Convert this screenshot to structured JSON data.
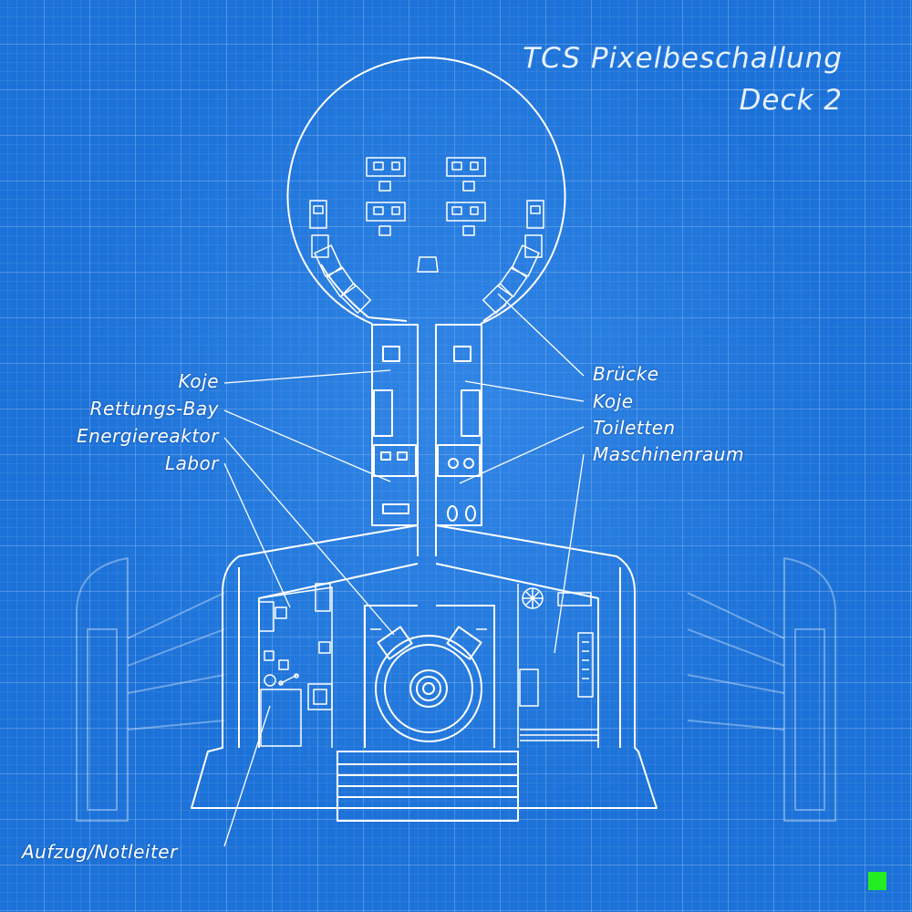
{
  "title": {
    "line1": "TCS Pixelbeschallung",
    "line2": "Deck 2"
  },
  "labels": {
    "left": {
      "koje": "Koje",
      "rettungs_bay": "Rettungs-Bay",
      "energiereaktor": "Energiereaktor",
      "labor": "Labor",
      "aufzug": "Aufzug/Notleiter"
    },
    "right": {
      "bruecke": "Brücke",
      "koje": "Koje",
      "toiletten": "Toiletten",
      "maschinenraum": "Maschinenraum"
    }
  },
  "colors": {
    "background": "#1c72d8",
    "line": "#ffffff",
    "status_indicator": "#22ee22"
  }
}
